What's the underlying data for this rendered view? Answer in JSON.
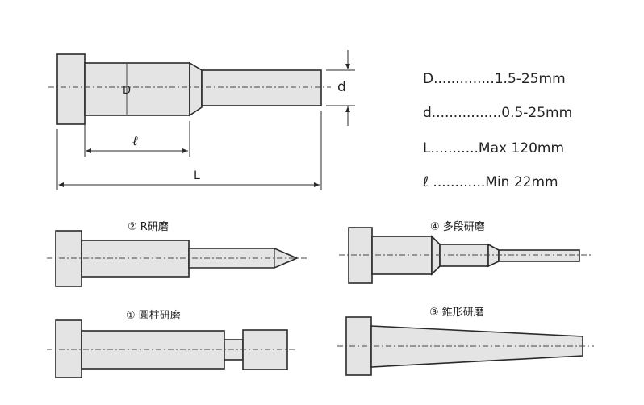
{
  "specs": [
    {
      "symbol": "D",
      "text": "D..............1.5-25mm"
    },
    {
      "symbol": "d",
      "text": "d................0.5-25mm"
    },
    {
      "symbol": "L",
      "text": "L...........Max 120mm"
    },
    {
      "symbol": "ℓ",
      "text": "ℓ ............Min 22mm"
    }
  ],
  "main_diagram": {
    "label_D": "D",
    "label_d": "d",
    "label_l": "ℓ",
    "label_L": "L"
  },
  "variants": {
    "r_grind": "② R研磨",
    "multi_step": "④ 多段研磨",
    "cylinder": "① 圓柱研磨",
    "taper": "③ 錐形研磨"
  },
  "colors": {
    "fill": "#e4e4e4",
    "stroke": "#2a2a2a",
    "centerline": "#444444"
  }
}
